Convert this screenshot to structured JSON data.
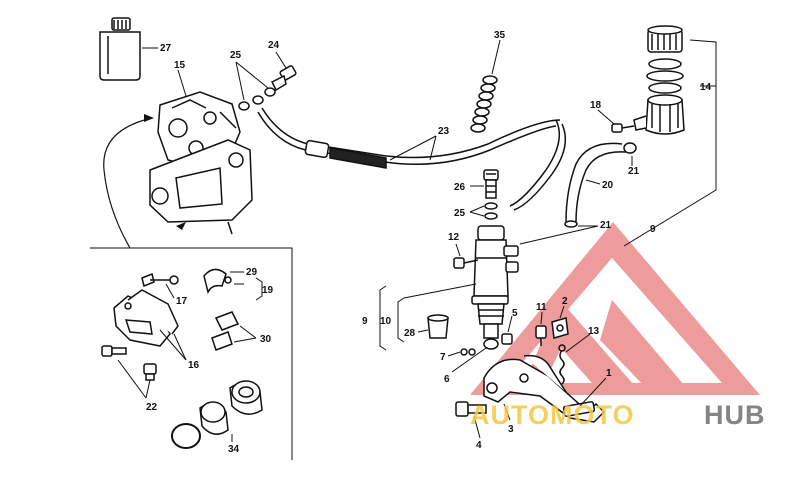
{
  "diagram": {
    "labels": {
      "l1": "1",
      "l2": "2",
      "l3": "3",
      "l4": "4",
      "l5": "5",
      "l6": "6",
      "l7": "7",
      "l9a": "9",
      "l9b": "9",
      "l10": "10",
      "l11": "11",
      "l12": "12",
      "l13": "13",
      "l14": "14",
      "l15": "15",
      "l16": "16",
      "l17": "17",
      "l18": "18",
      "l19": "19",
      "l20": "20",
      "l21a": "21",
      "l21b": "21",
      "l22": "22",
      "l23": "23",
      "l24": "24",
      "l25a": "25",
      "l25b": "25",
      "l26": "26",
      "l27": "27",
      "l28": "28",
      "l29": "29",
      "l30": "30",
      "l34": "34",
      "l35": "35"
    }
  },
  "watermark": {
    "part1": "AUTOMOTO",
    "part2": "HUB",
    "colors": {
      "auto": "#f5c842",
      "hub": "#777777",
      "logo": "#e04a4a"
    }
  }
}
